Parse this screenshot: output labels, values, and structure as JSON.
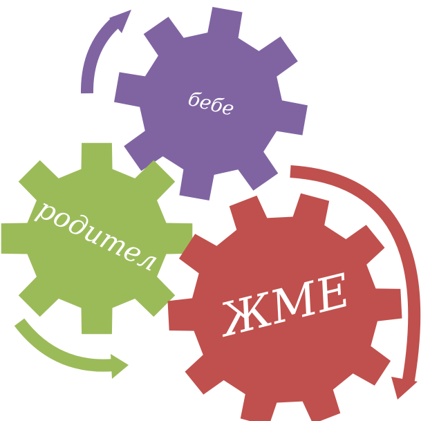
{
  "diagram": {
    "gears": [
      {
        "id": "bebe",
        "label": "бебе",
        "color": "#8064a2"
      },
      {
        "id": "roditel",
        "label": "родител",
        "color": "#9bbb59"
      },
      {
        "id": "zhme",
        "label": "ЖМЕ",
        "color": "#c0504d"
      }
    ],
    "arrows": [
      {
        "id": "purple-arrow",
        "color": "#8064a2"
      },
      {
        "id": "green-arrow",
        "color": "#9bbb59"
      },
      {
        "id": "red-arrow",
        "color": "#c0504d"
      }
    ]
  }
}
